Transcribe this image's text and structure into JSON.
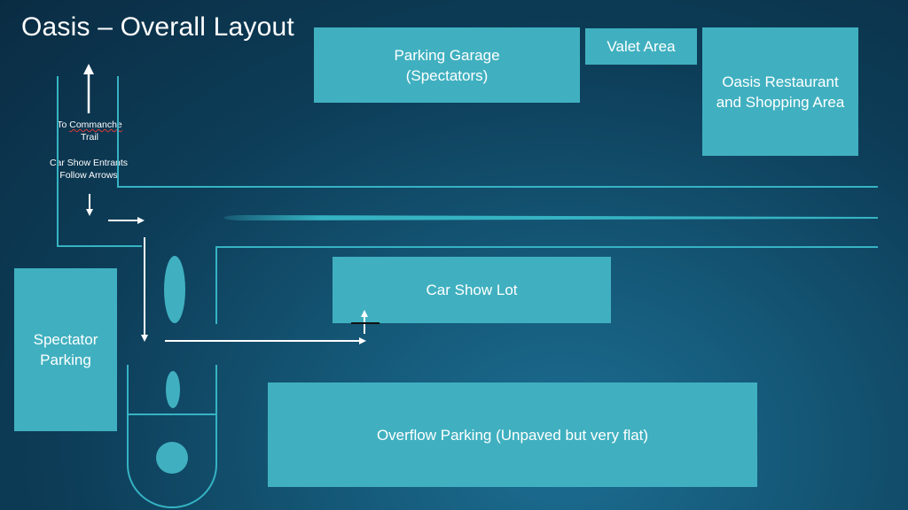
{
  "title": "Oasis – Overall Layout",
  "areas": {
    "parking_garage": "Parking Garage\n(Spectators)",
    "valet_area": "Valet Area",
    "oasis_restaurant": "Oasis Restaurant\nand Shopping Area",
    "car_show_lot": "Car Show Lot",
    "spectator_parking": "Spectator\nParking",
    "overflow_parking": "Overflow Parking (Unpaved but very flat)"
  },
  "notes": {
    "to_label_prefix": "To ",
    "commanche": "Commanche",
    "trail": "Trail",
    "car_show_entrants": "Car Show Entrants\nFollow Arrows"
  },
  "colors": {
    "area_fill": "#40b0c0",
    "road_line": "#36b3c3",
    "arrow": "#ffffff",
    "text": "#ffffff"
  }
}
